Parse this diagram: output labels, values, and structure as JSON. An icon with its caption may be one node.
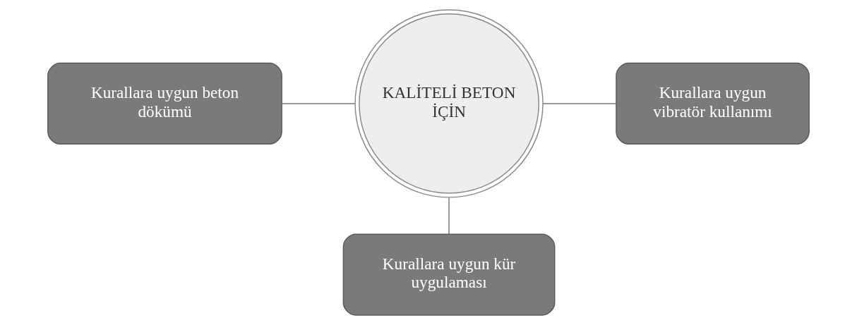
{
  "diagram": {
    "nodes": [
      {
        "text": [
          "Kurallara uygun beton dökümü"
        ]
      },
      {
        "text": [
          "KALİTELİ BETON İÇİN"
        ]
      },
      {
        "text": [
          "Kurallara uygun vibratör kullanımı"
        ]
      },
      {
        "text": [
          "Kurallara uygun kür uygulaması"
        ]
      }
    ],
    "edges": [
      {
        "from": 0,
        "to": 1,
        "arrow": "none"
      },
      {
        "from": 1,
        "to": 2,
        "arrow": "none"
      },
      {
        "from": 1,
        "to": 3,
        "arrow": "none"
      }
    ]
  }
}
